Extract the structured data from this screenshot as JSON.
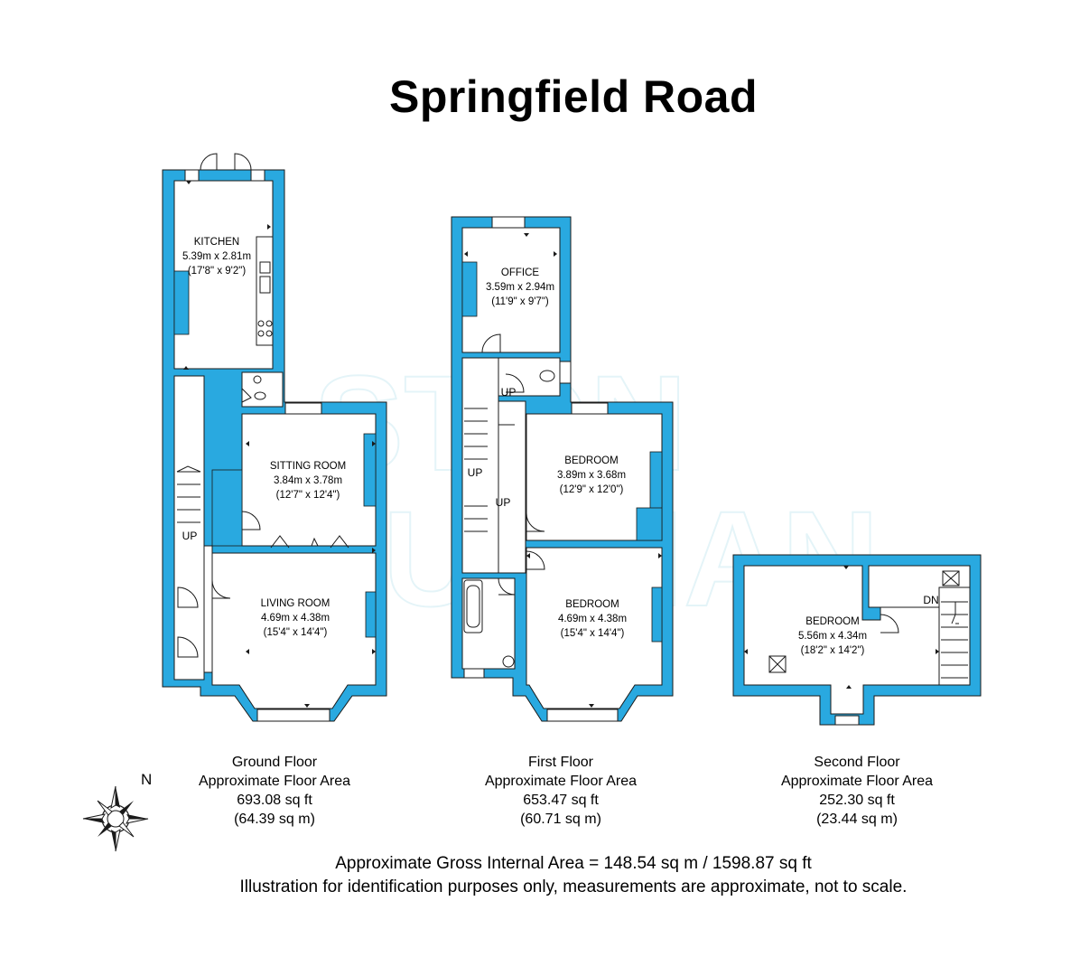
{
  "title": "Springfield Road",
  "watermark": {
    "line1": "ASTON",
    "line2": "VAUGHAN",
    "color": "#2aa8c8"
  },
  "colors": {
    "wall": "#29a9e0",
    "outline": "#1a1a1a",
    "background": "#ffffff"
  },
  "rooms": {
    "kitchen": {
      "name": "KITCHEN",
      "metric": "5.39m x 2.81m",
      "imperial": "(17'8\" x 9'2\")"
    },
    "sitting_room": {
      "name": "SITTING ROOM",
      "metric": "3.84m x 3.78m",
      "imperial": "(12'7\" x 12'4\")"
    },
    "living_room": {
      "name": "LIVING ROOM",
      "metric": "4.69m x 4.38m",
      "imperial": "(15'4\" x 14'4\")"
    },
    "office": {
      "name": "OFFICE",
      "metric": "3.59m x 2.94m",
      "imperial": "(11'9\" x 9'7\")"
    },
    "bedroom_1": {
      "name": "BEDROOM",
      "metric": "3.89m x 3.68m",
      "imperial": "(12'9\" x 12'0\")"
    },
    "bedroom_2": {
      "name": "BEDROOM",
      "metric": "4.69m x 4.38m",
      "imperial": "(15'4\" x 14'4\")"
    },
    "bedroom_3": {
      "name": "BEDROOM",
      "metric": "5.56m x 4.34m",
      "imperial": "(18'2\" x 14'2\")"
    }
  },
  "stairs": {
    "up": "UP",
    "down": "DN"
  },
  "floors": [
    {
      "name": "Ground Floor",
      "label": "Approximate Floor Area",
      "sqft": "693.08 sq ft",
      "sqm": "(64.39 sq m)"
    },
    {
      "name": "First Floor",
      "label": "Approximate Floor Area",
      "sqft": "653.47 sq ft",
      "sqm": "(60.71 sq m)"
    },
    {
      "name": "Second Floor",
      "label": "Approximate Floor Area",
      "sqft": "252.30 sq ft",
      "sqm": "(23.44 sq m)"
    }
  ],
  "compass": {
    "north": "N"
  },
  "gross_area": "Approximate Gross Internal Area = 148.54 sq m / 1598.87 sq ft",
  "disclaimer": "Illustration for identification purposes only, measurements are approximate, not to scale."
}
